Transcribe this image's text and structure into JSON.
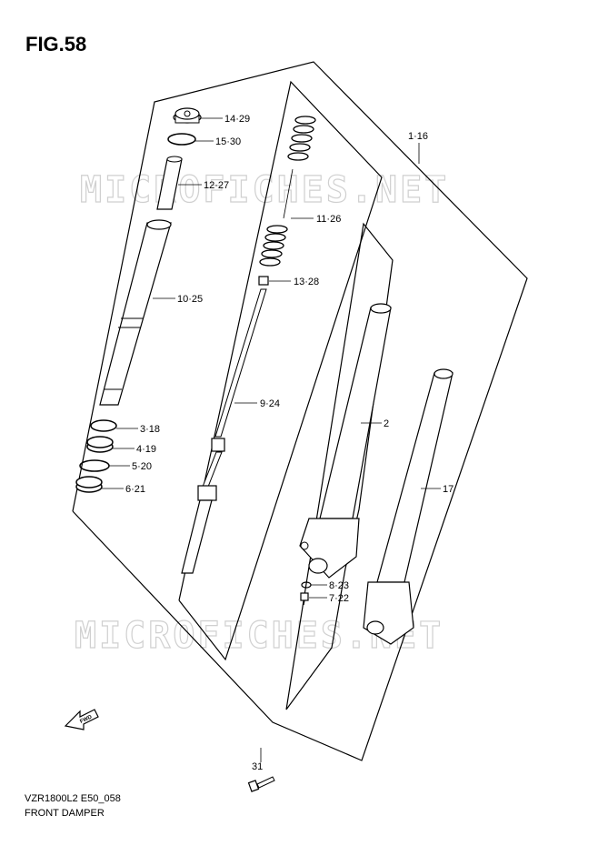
{
  "figure": {
    "title": "FIG.58",
    "model_code": "VZR1800L2 E50_058",
    "name": "FRONT DAMPER"
  },
  "watermark": "MICROFICHES.NET",
  "fwd_label": "FWD",
  "callouts": {
    "c1": "1·16",
    "c2": "2",
    "c3": "3·18",
    "c4": "4·19",
    "c5": "5·20",
    "c6": "6·21",
    "c7": "7·22",
    "c8": "8·23",
    "c9": "9·24",
    "c10": "10·25",
    "c11": "11·26",
    "c12": "12·27",
    "c13": "13·28",
    "c14": "14·29",
    "c15": "15·30",
    "c17": "17",
    "c31": "31"
  },
  "colors": {
    "line": "#000000",
    "watermark": "#d0d0d0"
  }
}
